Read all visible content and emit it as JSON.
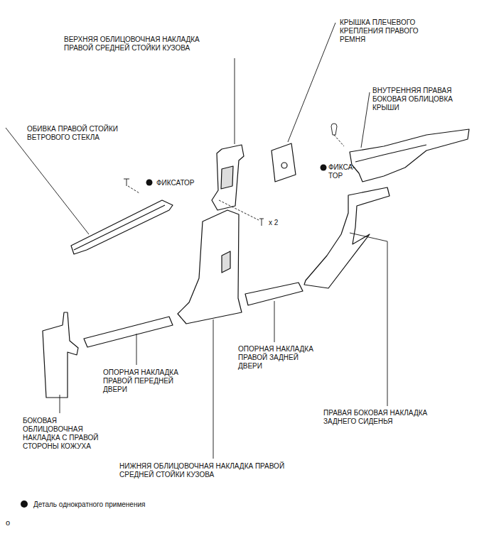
{
  "diagram": {
    "labels": [
      "ВЕРХНЯЯ ОБЛИЦОВОЧНАЯ НАКЛАДКА ПРАВОЙ СРЕДНЕЙ СТОЙКИ КУЗОВА",
      "КРЫШКА ПЛЕЧЕВОГО КРЕПЛЕНИЯ ПРАВОГО РЕМНЯ",
      "ВНУТРЕННЯЯ ПРАВАЯ БОКОВАЯ ОБЛИЦОВКА КРЫШИ",
      "ОБИВКА ПРАВОЙ СТОЙКИ ВЕТРОВОГО СТЕКЛА",
      "ФИКСАТОР",
      "ФИКСА- ТОР",
      "x 2",
      "ОПОРНАЯ НАКЛАДКА ПРАВОЙ ЗАДНЕЙ ДВЕРИ",
      "ОПОРНАЯ НАКЛАДКА ПРАВОЙ ПЕРЕДНЕЙ ДВЕРИ",
      "БОКОВАЯ ОБЛИЦОВОЧНАЯ НАКЛАДКА С ПРАВОЙ СТОРОНЫ КОЖУХА",
      "ПРАВАЯ БОКОВАЯ НАКЛАДКА ЗАДНЕГО СИДЕНЬЯ",
      "НИЖНЯЯ ОБЛИЦОВОЧНАЯ НАКЛАДКА ПРАВОЙ СРЕДНЕЙ СТОЙКИ КУЗОВА",
      "o"
    ],
    "legend": [
      {
        "text": "Деталь однократного применения"
      }
    ]
  }
}
